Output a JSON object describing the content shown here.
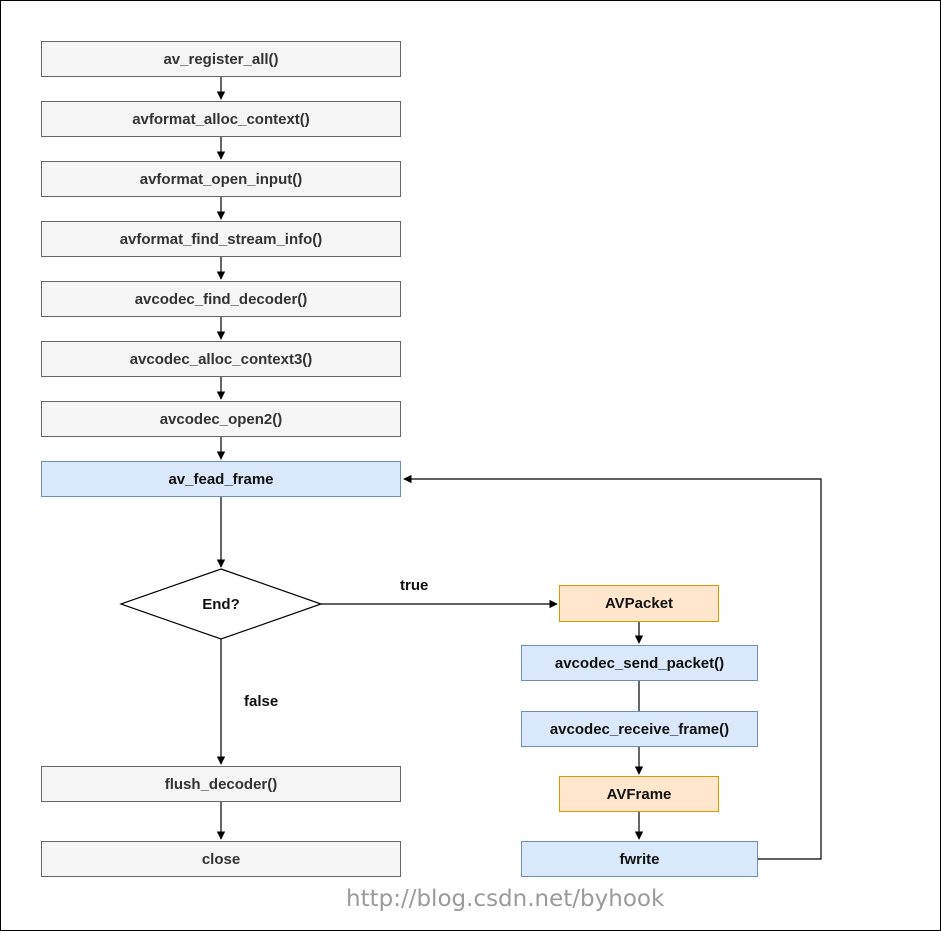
{
  "flow": {
    "init_steps": [
      "av_register_all()",
      "avformat_alloc_context()",
      "avformat_open_input()",
      "avformat_find_stream_info()",
      "avcodec_find_decoder()",
      "avcodec_alloc_context3()",
      "avcodec_open2()"
    ],
    "read_frame": "av_fead_frame",
    "decision": "End?",
    "true_label": "true",
    "false_label": "false",
    "flush": "flush_decoder()",
    "close": "close",
    "decode_steps": {
      "packet": "AVPacket",
      "send": "avcodec_send_packet()",
      "receive": "avcodec_receive_frame()",
      "frame": "AVFrame",
      "write": "fwrite"
    }
  },
  "watermark": "http://blog.csdn.net/byhook",
  "colors": {
    "gray_fill": "#f5f5f5",
    "gray_stroke": "#666666",
    "blue_fill": "#dae8fc",
    "blue_stroke": "#6c8ebf",
    "orange_fill": "#ffe6cc",
    "orange_stroke": "#d79b00"
  }
}
